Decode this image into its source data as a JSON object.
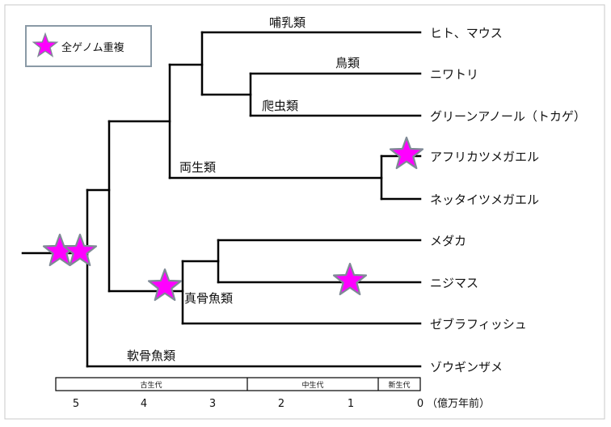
{
  "legend": {
    "label": "全ゲノム重複",
    "icon": "star-icon"
  },
  "groups": {
    "mammals": "哺乳類",
    "birds": "鳥類",
    "reptiles": "爬虫類",
    "amphibians": "両生類",
    "teleosts": "真骨魚類",
    "cartilaginous": "軟骨魚類"
  },
  "species": [
    "ヒト、マウス",
    "ニワトリ",
    "グリーンアノール（トカゲ）",
    "アフリカツメガエル",
    "ネッタイツメガエル",
    "メダカ",
    "ニジマス",
    "ゼブラフィッシュ",
    "ゾウギンザメ"
  ],
  "eras": [
    "古生代",
    "中生代",
    "新生代"
  ],
  "axis": {
    "ticks": [
      "5",
      "4",
      "3",
      "2",
      "1",
      "0"
    ],
    "unit": "（億万年前）"
  },
  "colors": {
    "star_fill": "#ff00ff",
    "star_stroke": "#7f8a96",
    "line": "#000000",
    "legend_border": "#8a9aa6"
  }
}
